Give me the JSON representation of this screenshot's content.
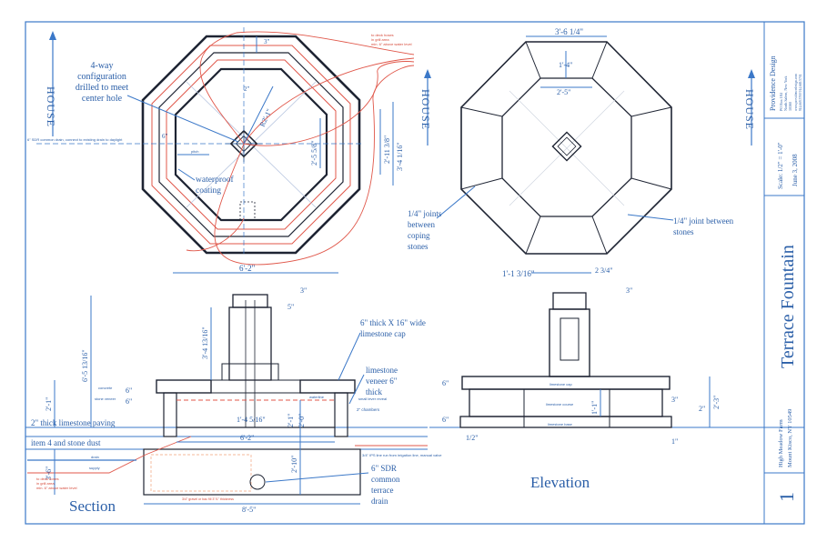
{
  "title_block": {
    "company": "Providence Design",
    "address_lines": [
      "PO Box 184",
      "North Salem, New York",
      "10560"
    ],
    "contact_lines": [
      "www.providencedesign.com",
      "914.669.5700   914.669.5701"
    ],
    "scale": "Scale: 1/2\" = 1'-0\"",
    "date": "June 3, 2008",
    "project_title": "Terrace Fountain",
    "client_lines": [
      "High Meadow Farm",
      "Mount Kisco, NY 10549"
    ],
    "sheet_number": "1"
  },
  "plan_view": {
    "house_label": "HOUSE",
    "note_4way": [
      "4-way",
      "configuration",
      "drilled to meet",
      "center hole"
    ],
    "note_waterproof": [
      "waterproof",
      "coating"
    ],
    "note_drain": "6\" SDR common drain, connect to existing drain to daylight",
    "note_deck_hoses": [
      "to deck hoses",
      "in grill area",
      "min. 6\" above water level"
    ],
    "dim_overall": "3'-4 1/16\"",
    "dim_inner": "2'-11 3/8\"",
    "dim_basin": "2'-5 5/8\"",
    "dim_radius": "R2'-1\"",
    "dim_top": "3\"",
    "dim_left": "6\"",
    "dim_2": "2\"",
    "pitch_label": "pitch"
  },
  "coping_plan": {
    "house_label": "HOUSE",
    "dim_top": "3'-6 1/4\"",
    "dim_mid": "1'-4\"",
    "dim_low": "2'-5\"",
    "note_joints": [
      "1/4\" joints",
      "between",
      "coping",
      "stones"
    ],
    "note_joint_stones": [
      "1/4\" joint between",
      "stones"
    ]
  },
  "section_view": {
    "label": "Section",
    "dim_top_width": "6'-2\"",
    "dim_height": "6'-5 13/16\"",
    "dim_column": "3'-4 13/16\"",
    "dim_left_2_1": "2'-1\"",
    "dim_left_3_6": "3'-6\"",
    "dim_basin_width": "6'-2\"",
    "dim_bottom_width": "8'-5\"",
    "dim_pipe": "1'-4 5/16\"",
    "dim_depth": "2'-10\"",
    "dim_wall": "2'-0\"",
    "dim_side": "2'-1\"",
    "dim_6a": "6\"",
    "dim_6b": "6\"",
    "dim_3": "3\"",
    "dim_5": "5\"",
    "label_concrete": "concrete",
    "label_stone_veneer": "stone veneer",
    "note_cap": [
      "6\" thick X 16\" wide",
      "limestone cap"
    ],
    "note_veneer": [
      "limestone",
      "veneer 6\"",
      "thick"
    ],
    "note_valve": "small lever reveal",
    "note_chambers": "2\" chambers",
    "note_waterline": "waterline",
    "note_paving": "2\" thick limestone paving",
    "note_stone_dust": "item 4 and stone dust",
    "note_sdr": [
      "6\" SDR",
      "common",
      "terrace",
      "drain"
    ],
    "note_supply": "3/4\" IPS line run from irrigation line, manual valve",
    "note_deck_hoses": [
      "to deck hoses",
      "in grill area",
      "min. 6\" above water level"
    ],
    "note_gravel": "3/4\" gravel or bac fill 3\"/1\" thickness",
    "note_drain_arrow": "drain",
    "note_supply_arrow": "supply"
  },
  "elevation_view": {
    "label": "Elevation",
    "dim_cap": "1'-1 3/16\"",
    "dim_top_r": "2 3/4\"",
    "dim_3": "3\"",
    "dim_6": "6\"",
    "dim_6b": "6\"",
    "dim_1_1": "1'-1\"",
    "dim_2_3": "2'-3\"",
    "dim_2": "2\"",
    "dim_1": "1\"",
    "dim_3b": "3\"",
    "dim_12": "1/2\"",
    "label_cap": "limestone cap",
    "label_course": "limestone course",
    "label_base": "limestone base"
  }
}
